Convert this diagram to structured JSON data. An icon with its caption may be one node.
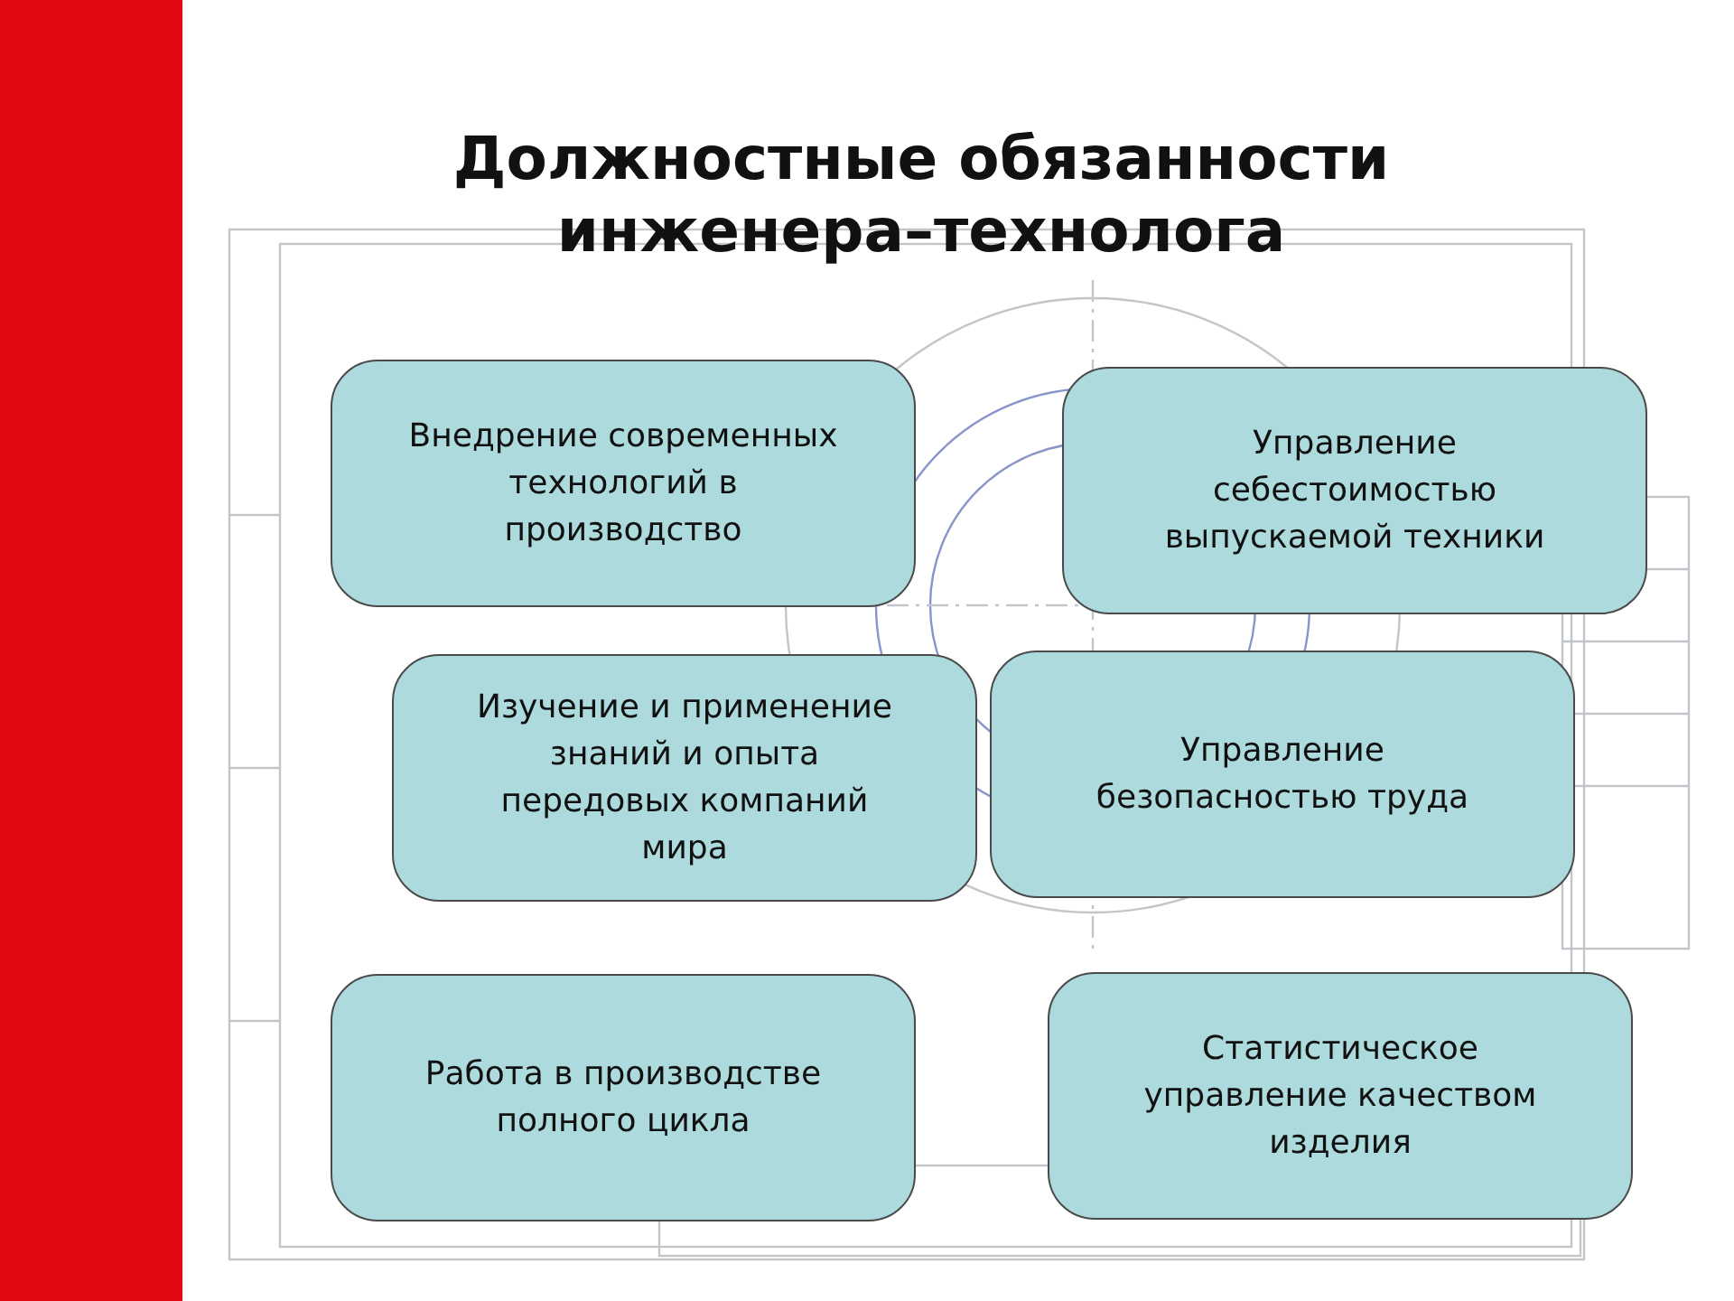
{
  "diagram": {
    "title": "Должностные обязанности инженера–технолога",
    "nodes": [
      {
        "text": [
          "Внедрение современных технологий в производство"
        ]
      },
      {
        "text": [
          "Управление себестоимостью выпускаемой техники"
        ]
      },
      {
        "text": [
          "Изучение и применение знаний и опыта передовых компаний мира"
        ]
      },
      {
        "text": [
          "Управление безопасностью труда"
        ]
      },
      {
        "text": [
          "Работа в производстве полного цикла"
        ]
      },
      {
        "text": [
          "Статистическое управление качеством изделия"
        ]
      }
    ]
  }
}
